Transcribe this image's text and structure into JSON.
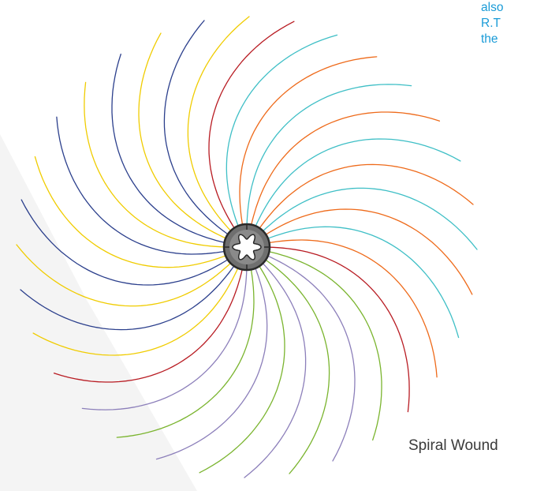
{
  "side_text": [
    "also",
    "R.T",
    "the"
  ],
  "caption": "Spiral Wound",
  "colors": {
    "yellow": "#f0cc00",
    "navy": "#2b3f8c",
    "red": "#b81b22",
    "orange": "#ee6a1a",
    "teal": "#3fbfc6",
    "green": "#7ab42e",
    "purple": "#8c7fba",
    "hub_fill": "#6f6f6f",
    "hub_stroke": "#2a2a2a",
    "text_blue": "#1a9bd7"
  },
  "strand_colors": [
    "orange",
    "teal",
    "orange",
    "teal",
    "orange",
    "teal",
    "orange",
    "red",
    "green",
    "purple",
    "green",
    "purple",
    "green",
    "purple",
    "green",
    "purple",
    "red",
    "yellow",
    "navy",
    "yellow",
    "navy",
    "yellow",
    "navy",
    "yellow",
    "navy",
    "yellow",
    "navy",
    "yellow",
    "red",
    "teal",
    "orange",
    "teal"
  ],
  "icons": {
    "hub": "knurled-hub-icon"
  }
}
